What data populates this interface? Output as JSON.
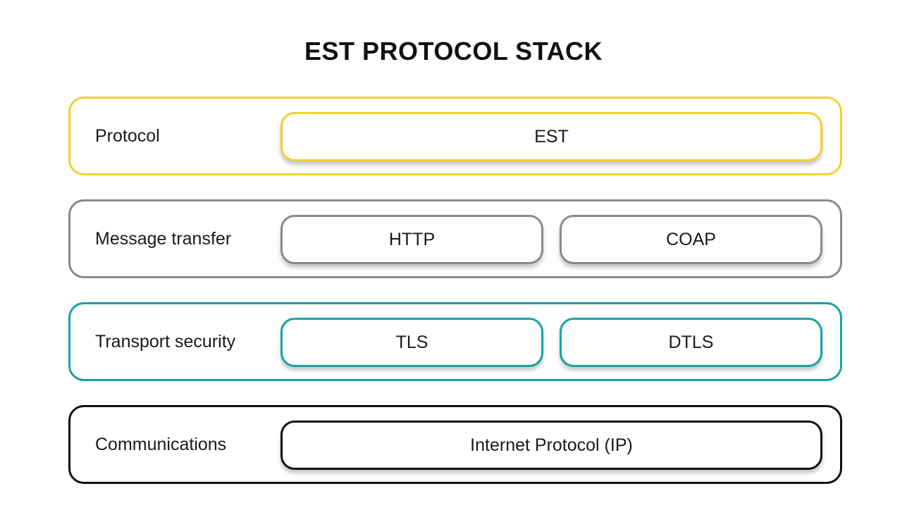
{
  "title": "EST PROTOCOL STACK",
  "layers": [
    {
      "label": "Protocol",
      "color": "#f2d22e",
      "items": [
        "EST"
      ]
    },
    {
      "label": "Message transfer",
      "color": "#8a8a8a",
      "items": [
        "HTTP",
        "COAP"
      ]
    },
    {
      "label": "Transport security",
      "color": "#17a3a6",
      "items": [
        "TLS",
        "DTLS"
      ]
    },
    {
      "label": "Communications",
      "color": "#111111",
      "items": [
        "Internet Protocol (IP)"
      ]
    }
  ]
}
